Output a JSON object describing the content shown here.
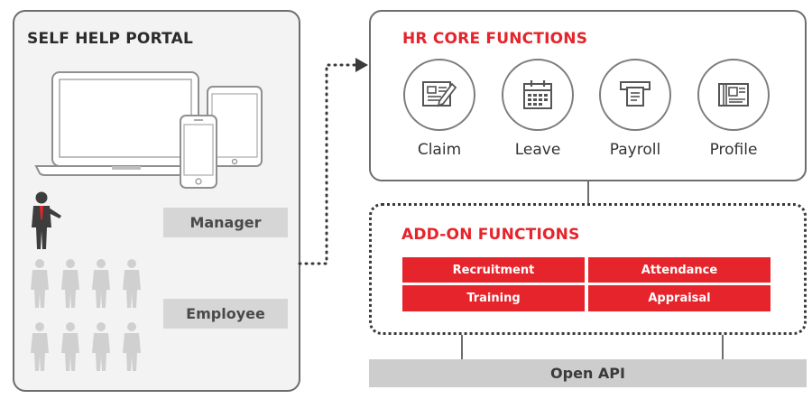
{
  "portal": {
    "title": "SELF HELP PORTAL",
    "roles": {
      "manager": "Manager",
      "employee": "Employee"
    }
  },
  "core": {
    "title": "HR CORE FUNCTIONS",
    "functions": [
      {
        "label": "Claim",
        "icon": "claim-form-icon"
      },
      {
        "label": "Leave",
        "icon": "calendar-icon"
      },
      {
        "label": "Payroll",
        "icon": "payslip-icon"
      },
      {
        "label": "Profile",
        "icon": "profile-card-icon"
      }
    ]
  },
  "addon": {
    "title": "ADD-ON FUNCTIONS",
    "items": [
      "Recruitment",
      "Attendance",
      "Training",
      "Appraisal"
    ]
  },
  "api": {
    "label": "Open API"
  },
  "colors": {
    "accent": "#e5242b",
    "panel_border": "#6d6d6d",
    "role_box": "#d6d6d6",
    "api_bar": "#cdcdcd"
  }
}
